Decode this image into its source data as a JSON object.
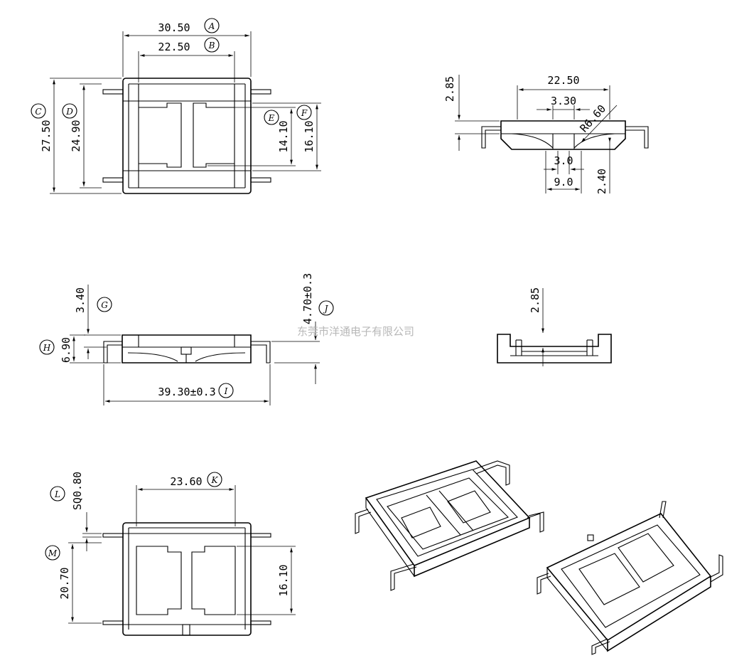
{
  "top_view": {
    "dims": {
      "A": "30.50",
      "B": "22.50",
      "C": "27.50",
      "D": "24.90",
      "E": "14.10",
      "F": "16.10"
    }
  },
  "side_view": {
    "dims": {
      "width": "22.50",
      "center": "3.30",
      "radius": "R6.60",
      "height": "2.85",
      "slot": "3.0",
      "base": "9.0",
      "depth": "2.40"
    }
  },
  "front_view": {
    "dims": {
      "G": "3.40",
      "H": "6.90",
      "J": "4.70±0.3",
      "I": "39.30±0.3"
    }
  },
  "end_view": {
    "dims": {
      "height": "2.85"
    }
  },
  "bottom_view": {
    "dims": {
      "K": "23.60",
      "L": "SQ0.80",
      "M": "20.70",
      "window": "16.10"
    }
  },
  "labels": {
    "A": "A",
    "B": "B",
    "C": "C",
    "D": "D",
    "E": "E",
    "F": "F",
    "G": "G",
    "H": "H",
    "I": "I",
    "J": "J",
    "K": "K",
    "L": "L",
    "M": "M"
  },
  "watermark": "东莞市洋通电子有限公司"
}
